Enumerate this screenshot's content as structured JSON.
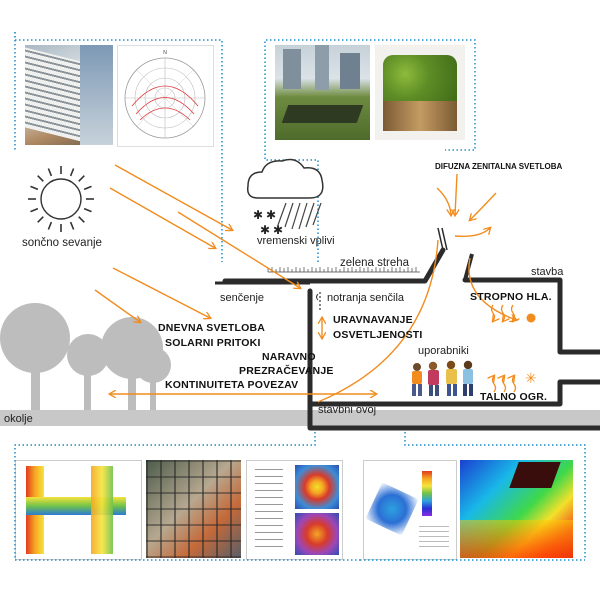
{
  "labels": {
    "solar_radiation": "sončno sevanje",
    "weather": "vremenski vplivi",
    "green_roof": "zelena streha",
    "building": "stavba",
    "shading": "senčenje",
    "interior_shades": "notranja senčila",
    "daylight": "DNEVNA SVETLOBA",
    "solar_gains": "SOLARNI PRITOKI",
    "lighting_control_1": "URAVNAVANJE",
    "lighting_control_2": "OSVETLJENOSTI",
    "natural_ventilation_1": "NARAVNO",
    "natural_ventilation_2": "PREZRAČEVANJE",
    "continuity": "KONTINUITETA POVEZAV",
    "users": "uporabniki",
    "ceiling_cooling": "STROPNO HLA.",
    "floor_heating": "TALNO OGR.",
    "diffuse_light": "DIFUZNA ZENITALNA SVETLOBA",
    "environment": "okolje",
    "envelope": "stavbni ovoj"
  },
  "colors": {
    "orange": "#f28c1e",
    "cyan_dots": "#1f8fc9",
    "grey_tree": "#bdbdbd",
    "ground": "#c8c8c8",
    "building_line": "#2b2b2b"
  },
  "icons": {
    "sun": "sun-icon",
    "cloud": "cloud-rain-snow-icon",
    "people": "people-icon",
    "heat_arrows": "heat-arrows-icon"
  },
  "thumbnails_top_left": [
    "building-facade-photo",
    "sun-path-diagram"
  ],
  "thumbnails_top_right": [
    "green-roof-photo",
    "green-wall-building-photo"
  ],
  "thumbnails_bottom_left": [
    "thermal-bridge-simulation",
    "facade-photo",
    "section-heat-map"
  ],
  "thumbnails_bottom_right": [
    "daylight-plan-simulation",
    "interior-false-color-render"
  ]
}
